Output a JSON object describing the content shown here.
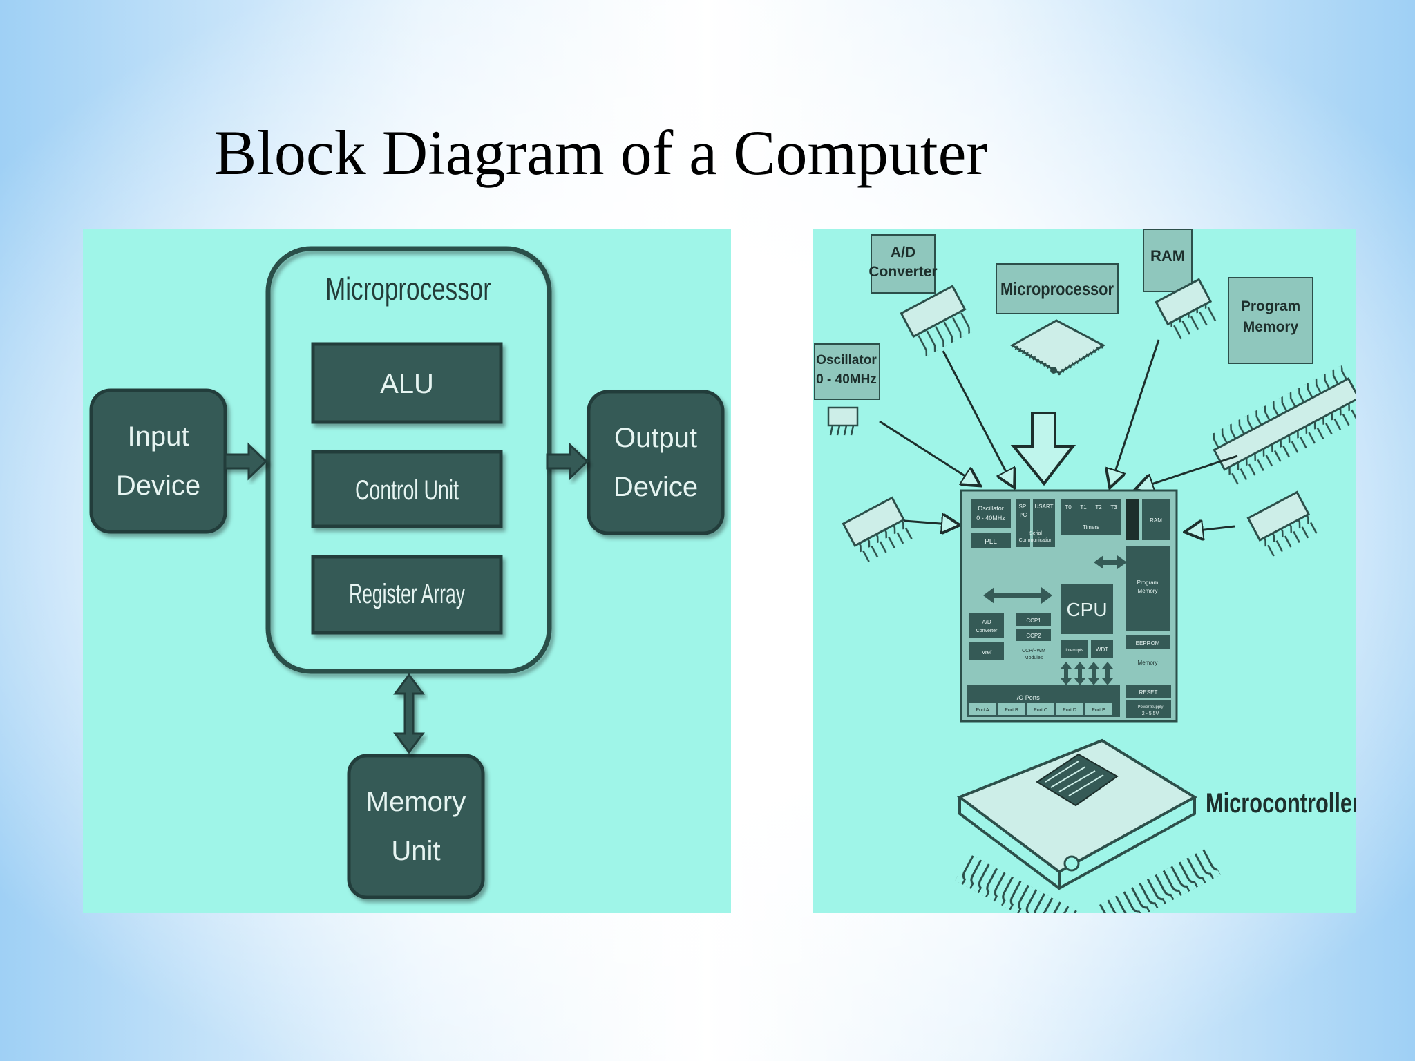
{
  "slide": {
    "title": "Block Diagram of a Computer"
  },
  "colors": {
    "panel_bg": "#9ff5e8",
    "block_fill": "#355a56",
    "block_text": "#e6f4f1",
    "outline": "#2c4f4a",
    "chip_fill": "#cdeee8",
    "label_fill": "#8fc7bd"
  },
  "left_diagram": {
    "microprocessor_label": "Microprocessor",
    "alu": "ALU",
    "control_unit": "Control Unit",
    "register_array": "Register Array",
    "input_device": [
      "Input",
      "Device"
    ],
    "output_device": [
      "Output",
      "Device"
    ],
    "memory_unit": [
      "Memory",
      "Unit"
    ]
  },
  "right_diagram": {
    "labels": {
      "ad_converter": [
        "A/D",
        "Converter"
      ],
      "microprocessor": "Microprocessor",
      "ram": "RAM",
      "program_memory": [
        "Program",
        "Memory"
      ],
      "oscillator": [
        "Oscillator",
        "0 - 40MHz"
      ],
      "microcontroller": "Microcontroller"
    },
    "die": {
      "oscillator": [
        "Oscillator",
        "0 - 40MHz"
      ],
      "pll": "PLL",
      "spi": [
        "SPI",
        "I²C"
      ],
      "usart": "USART",
      "serial": [
        "Serial",
        "Communication"
      ],
      "timers": [
        "T0",
        "T1",
        "T2",
        "T3"
      ],
      "timers_label": "Timers",
      "cpu": "CPU",
      "ram": "RAM",
      "program_memory": [
        "Program",
        "Memory"
      ],
      "eeprom": "EEPROM",
      "memory": "Memory",
      "ad": [
        "A/D",
        "Converter"
      ],
      "vref": "Vref",
      "ccp1": "CCP1",
      "ccp2": "CCP2",
      "ccp_modules": [
        "CCP/PWM",
        "Modules"
      ],
      "interrupts": "Interrupts",
      "wdt": "WDT",
      "io_ports": "I/O Ports",
      "ports": [
        "Port A",
        "Port B",
        "Port C",
        "Port D",
        "Port E"
      ],
      "reset": "RESET",
      "power": [
        "Power Supply",
        "2 - 5.5V"
      ]
    }
  }
}
